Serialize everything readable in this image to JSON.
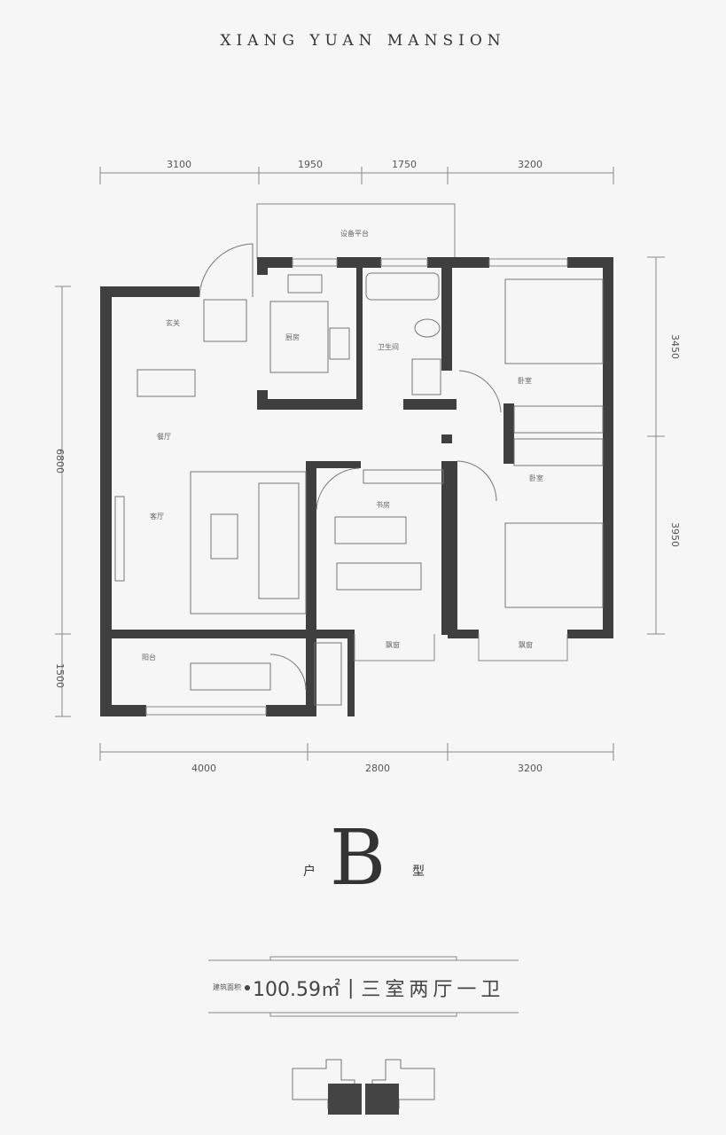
{
  "header": {
    "title": "XIANG YUAN MANSION"
  },
  "dimensions": {
    "top": [
      "3100",
      "1950",
      "1750",
      "3200"
    ],
    "bottom": [
      "4000",
      "2800",
      "3200"
    ],
    "left": [
      "6800",
      "1500"
    ],
    "right": [
      "3450",
      "3950"
    ]
  },
  "rooms": {
    "equipment_platform": "设备平台",
    "foyer": "玄关",
    "kitchen": "厨房",
    "bathroom": "卫生间",
    "dining": "餐厅",
    "living": "客厅",
    "study": "书房",
    "bedroom_upper": "卧室",
    "bedroom_lower": "卧室",
    "balcony": "阳台",
    "bay_window_study": "飘窗",
    "bay_window_bedroom": "飘窗"
  },
  "unit_type": {
    "prefix": "户",
    "letter": "B",
    "suffix": "型"
  },
  "info": {
    "area_label": "建筑面积",
    "area": "100.59㎡",
    "separator": "|",
    "layout": "三室两厅一卫"
  },
  "colors": {
    "wall": "#3f3f3f",
    "background": "#f6f6f6"
  }
}
